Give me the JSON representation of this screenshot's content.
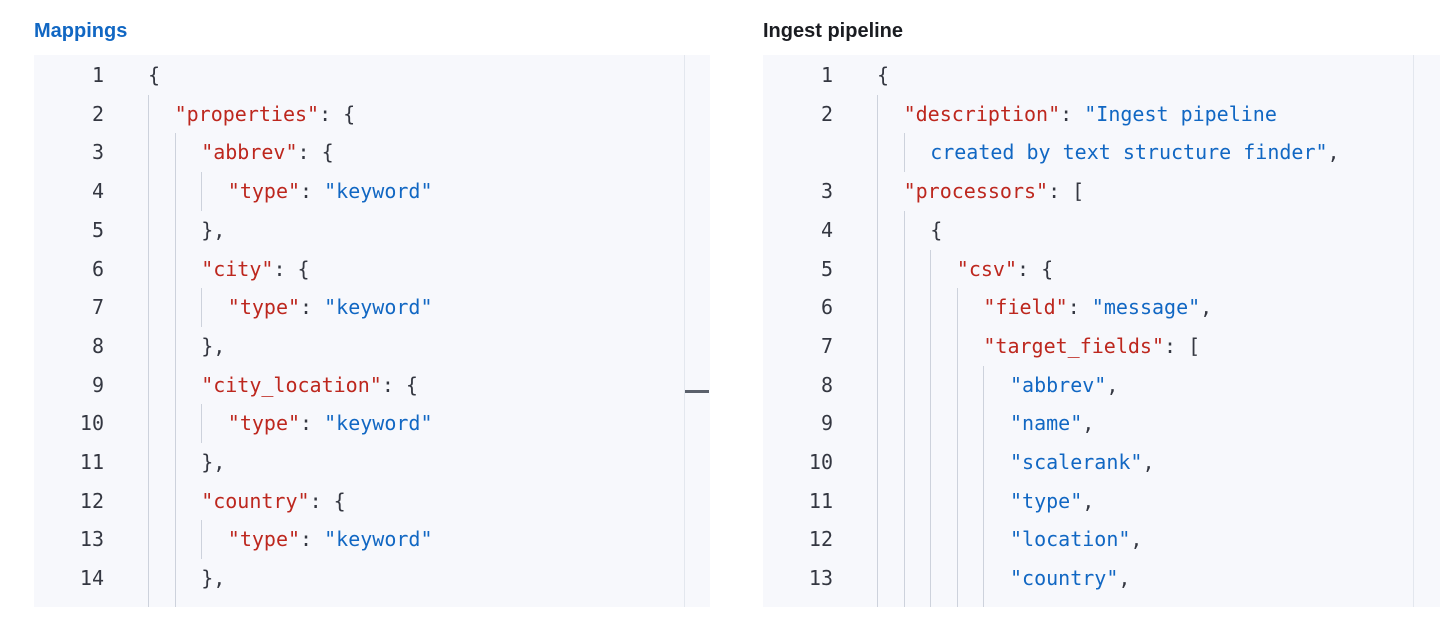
{
  "mappings": {
    "title": "Mappings",
    "lines": [
      {
        "n": "1",
        "indent": 0,
        "tokens": [
          {
            "t": "p",
            "v": "{"
          }
        ]
      },
      {
        "n": "2",
        "indent": 1,
        "tokens": [
          {
            "t": "k",
            "v": "\"properties\""
          },
          {
            "t": "p",
            "v": ": {"
          }
        ]
      },
      {
        "n": "3",
        "indent": 2,
        "tokens": [
          {
            "t": "k",
            "v": "\"abbrev\""
          },
          {
            "t": "p",
            "v": ": {"
          }
        ]
      },
      {
        "n": "4",
        "indent": 3,
        "tokens": [
          {
            "t": "k",
            "v": "\"type\""
          },
          {
            "t": "p",
            "v": ": "
          },
          {
            "t": "s",
            "v": "\"keyword\""
          }
        ]
      },
      {
        "n": "5",
        "indent": 2,
        "tokens": [
          {
            "t": "p",
            "v": "},"
          }
        ]
      },
      {
        "n": "6",
        "indent": 2,
        "tokens": [
          {
            "t": "k",
            "v": "\"city\""
          },
          {
            "t": "p",
            "v": ": {"
          }
        ]
      },
      {
        "n": "7",
        "indent": 3,
        "tokens": [
          {
            "t": "k",
            "v": "\"type\""
          },
          {
            "t": "p",
            "v": ": "
          },
          {
            "t": "s",
            "v": "\"keyword\""
          }
        ]
      },
      {
        "n": "8",
        "indent": 2,
        "tokens": [
          {
            "t": "p",
            "v": "},"
          }
        ]
      },
      {
        "n": "9",
        "indent": 2,
        "tokens": [
          {
            "t": "k",
            "v": "\"city_location\""
          },
          {
            "t": "p",
            "v": ": {"
          }
        ]
      },
      {
        "n": "10",
        "indent": 3,
        "tokens": [
          {
            "t": "k",
            "v": "\"type\""
          },
          {
            "t": "p",
            "v": ": "
          },
          {
            "t": "s",
            "v": "\"keyword\""
          }
        ]
      },
      {
        "n": "11",
        "indent": 2,
        "tokens": [
          {
            "t": "p",
            "v": "},"
          }
        ]
      },
      {
        "n": "12",
        "indent": 2,
        "tokens": [
          {
            "t": "k",
            "v": "\"country\""
          },
          {
            "t": "p",
            "v": ": {"
          }
        ]
      },
      {
        "n": "13",
        "indent": 3,
        "tokens": [
          {
            "t": "k",
            "v": "\"type\""
          },
          {
            "t": "p",
            "v": ": "
          },
          {
            "t": "s",
            "v": "\"keyword\""
          }
        ]
      },
      {
        "n": "14",
        "indent": 2,
        "tokens": [
          {
            "t": "p",
            "v": "},"
          }
        ]
      }
    ]
  },
  "pipeline": {
    "title": "Ingest pipeline",
    "lines": [
      {
        "n": "1",
        "indent": 0,
        "tokens": [
          {
            "t": "p",
            "v": "{"
          }
        ]
      },
      {
        "n": "2",
        "indent": 1,
        "tokens": [
          {
            "t": "k",
            "v": "\"description\""
          },
          {
            "t": "p",
            "v": ": "
          },
          {
            "t": "s",
            "v": "\"Ingest pipeline"
          }
        ]
      },
      {
        "n": "",
        "indent": 2,
        "tokens": [
          {
            "t": "s",
            "v": "created by text structure finder\""
          },
          {
            "t": "p",
            "v": ","
          }
        ]
      },
      {
        "n": "3",
        "indent": 1,
        "tokens": [
          {
            "t": "k",
            "v": "\"processors\""
          },
          {
            "t": "p",
            "v": ": ["
          }
        ]
      },
      {
        "n": "4",
        "indent": 2,
        "tokens": [
          {
            "t": "p",
            "v": "{"
          }
        ]
      },
      {
        "n": "5",
        "indent": 3,
        "tokens": [
          {
            "t": "k",
            "v": "\"csv\""
          },
          {
            "t": "p",
            "v": ": {"
          }
        ]
      },
      {
        "n": "6",
        "indent": 4,
        "tokens": [
          {
            "t": "k",
            "v": "\"field\""
          },
          {
            "t": "p",
            "v": ": "
          },
          {
            "t": "s",
            "v": "\"message\""
          },
          {
            "t": "p",
            "v": ","
          }
        ]
      },
      {
        "n": "7",
        "indent": 4,
        "tokens": [
          {
            "t": "k",
            "v": "\"target_fields\""
          },
          {
            "t": "p",
            "v": ": ["
          }
        ]
      },
      {
        "n": "8",
        "indent": 5,
        "tokens": [
          {
            "t": "s",
            "v": "\"abbrev\""
          },
          {
            "t": "p",
            "v": ","
          }
        ]
      },
      {
        "n": "9",
        "indent": 5,
        "tokens": [
          {
            "t": "s",
            "v": "\"name\""
          },
          {
            "t": "p",
            "v": ","
          }
        ]
      },
      {
        "n": "10",
        "indent": 5,
        "tokens": [
          {
            "t": "s",
            "v": "\"scalerank\""
          },
          {
            "t": "p",
            "v": ","
          }
        ]
      },
      {
        "n": "11",
        "indent": 5,
        "tokens": [
          {
            "t": "s",
            "v": "\"type\""
          },
          {
            "t": "p",
            "v": ","
          }
        ]
      },
      {
        "n": "12",
        "indent": 5,
        "tokens": [
          {
            "t": "s",
            "v": "\"location\""
          },
          {
            "t": "p",
            "v": ","
          }
        ]
      },
      {
        "n": "13",
        "indent": 5,
        "tokens": [
          {
            "t": "s",
            "v": "\"country\""
          },
          {
            "t": "p",
            "v": ","
          }
        ]
      }
    ]
  },
  "colors": {
    "key": "#bd271e",
    "string": "#1167c3",
    "punct": "#343741",
    "panel_bg": "#f7f8fc",
    "link": "#1167c3"
  }
}
